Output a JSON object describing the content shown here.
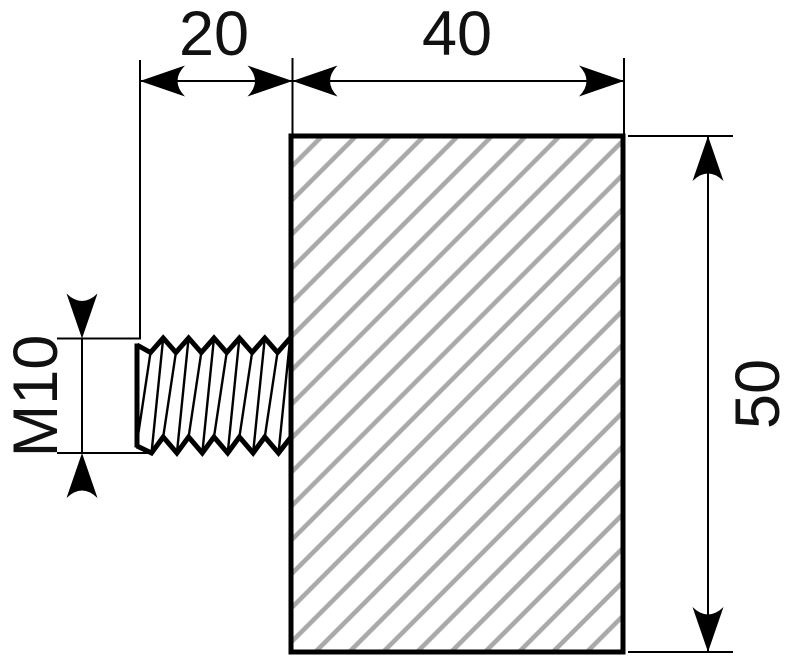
{
  "drawing": {
    "dimensions": {
      "stud_length": "20",
      "block_width": "40",
      "block_height": "50",
      "thread_designation": "M10"
    },
    "colors": {
      "line": "#000000",
      "hatch": "#a9a9a9",
      "background": "#ffffff"
    }
  }
}
